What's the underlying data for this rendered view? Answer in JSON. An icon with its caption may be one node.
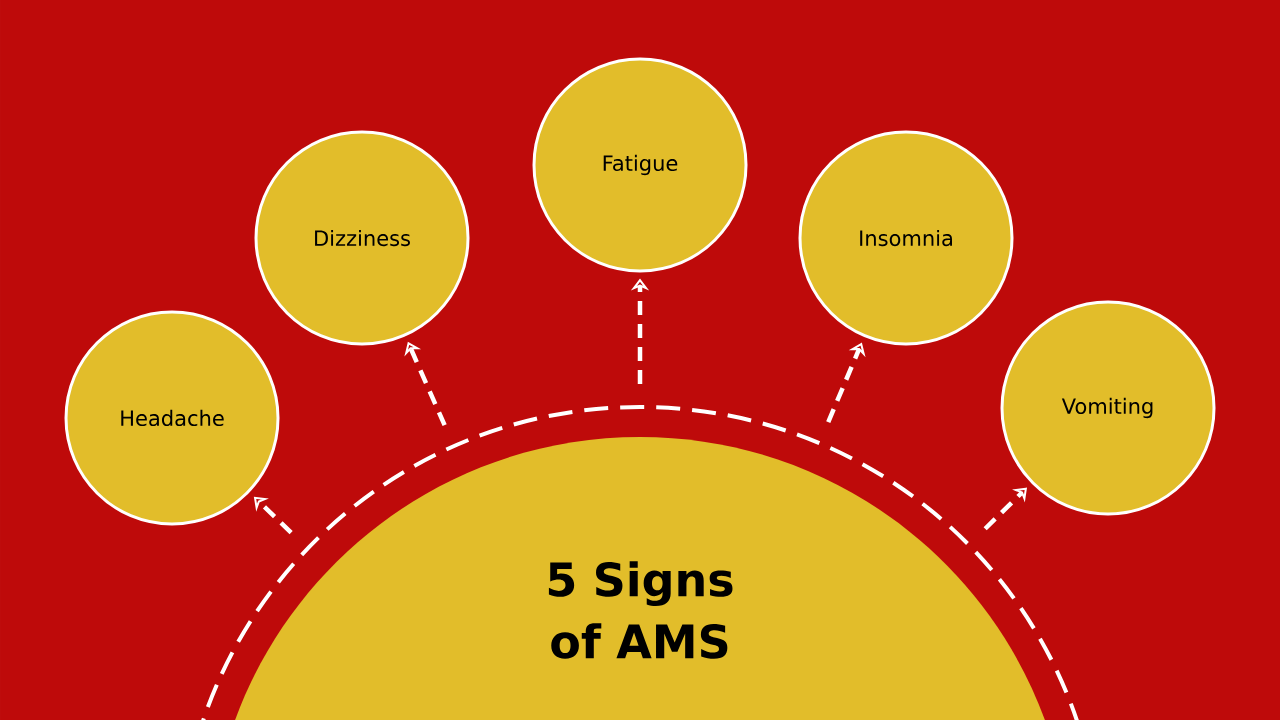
{
  "diagram": {
    "nodes": [
      {
        "text": [
          "5 Signs of AMS"
        ]
      },
      {
        "text": [
          "Headache"
        ]
      },
      {
        "text": [
          "Dizziness"
        ]
      },
      {
        "text": [
          "Fatigue"
        ]
      },
      {
        "text": [
          "Insomnia"
        ]
      },
      {
        "text": [
          "Vomiting"
        ]
      }
    ],
    "edges": [
      {
        "from": 0,
        "to": 1,
        "arrow": "to",
        "style": "dashed"
      },
      {
        "from": 0,
        "to": 2,
        "arrow": "to",
        "style": "dashed"
      },
      {
        "from": 0,
        "to": 3,
        "arrow": "to",
        "style": "dashed"
      },
      {
        "from": 0,
        "to": 4,
        "arrow": "to",
        "style": "dashed"
      },
      {
        "from": 0,
        "to": 5,
        "arrow": "to",
        "style": "dashed"
      }
    ]
  }
}
